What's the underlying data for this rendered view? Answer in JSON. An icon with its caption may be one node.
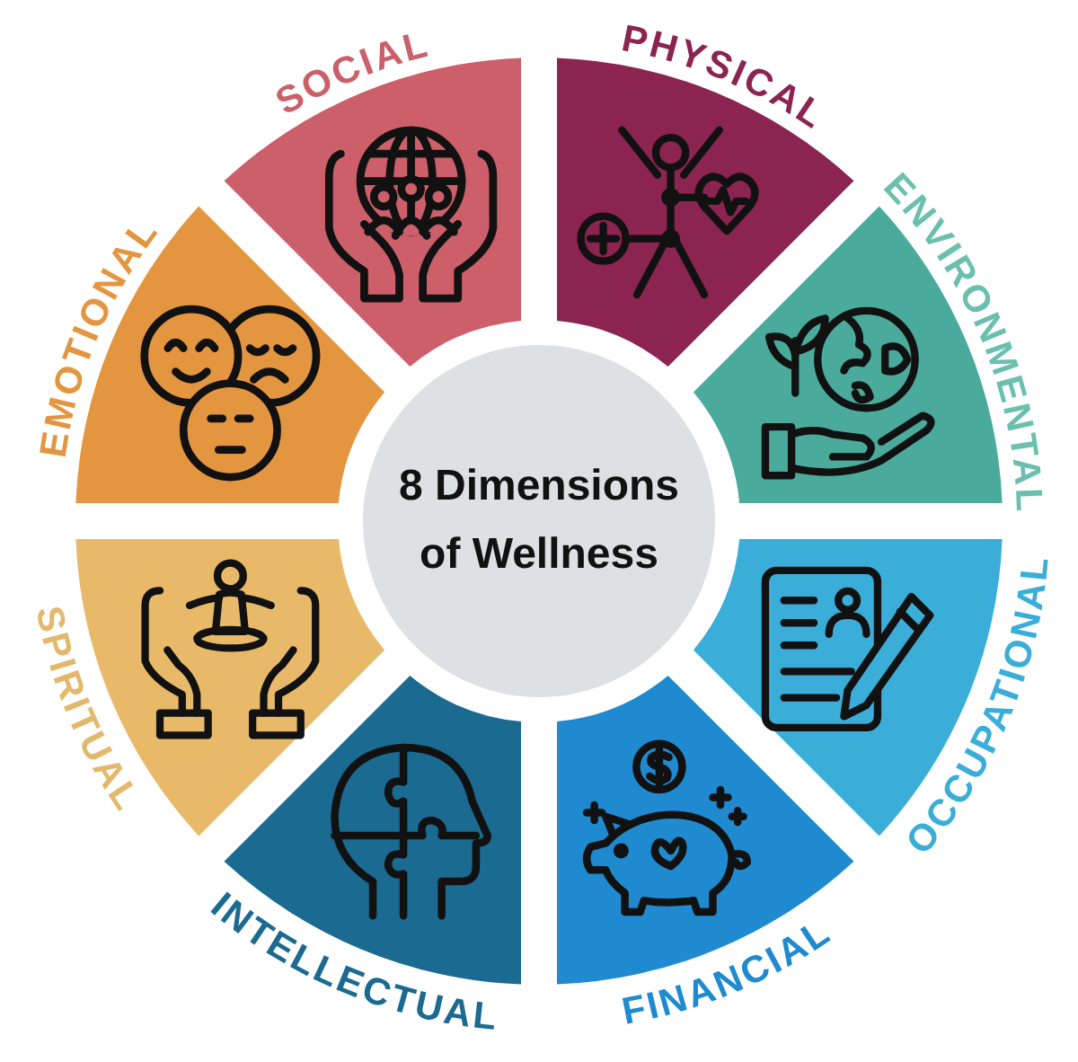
{
  "diagram": {
    "nodes": [
      {
        "text": [
          "8 Dimensions of Wellness"
        ]
      },
      {
        "text": [
          "SOCIAL"
        ]
      },
      {
        "text": [
          "PHYSICAL"
        ]
      },
      {
        "text": [
          "ENVIRONMENTAL"
        ]
      },
      {
        "text": [
          "OCCUPATIONAL"
        ]
      },
      {
        "text": [
          "FINANCIAL"
        ]
      },
      {
        "text": [
          "INTELLECTUAL"
        ]
      },
      {
        "text": [
          "SPIRITUAL"
        ]
      },
      {
        "text": [
          "EMOTIONAL"
        ]
      }
    ]
  }
}
